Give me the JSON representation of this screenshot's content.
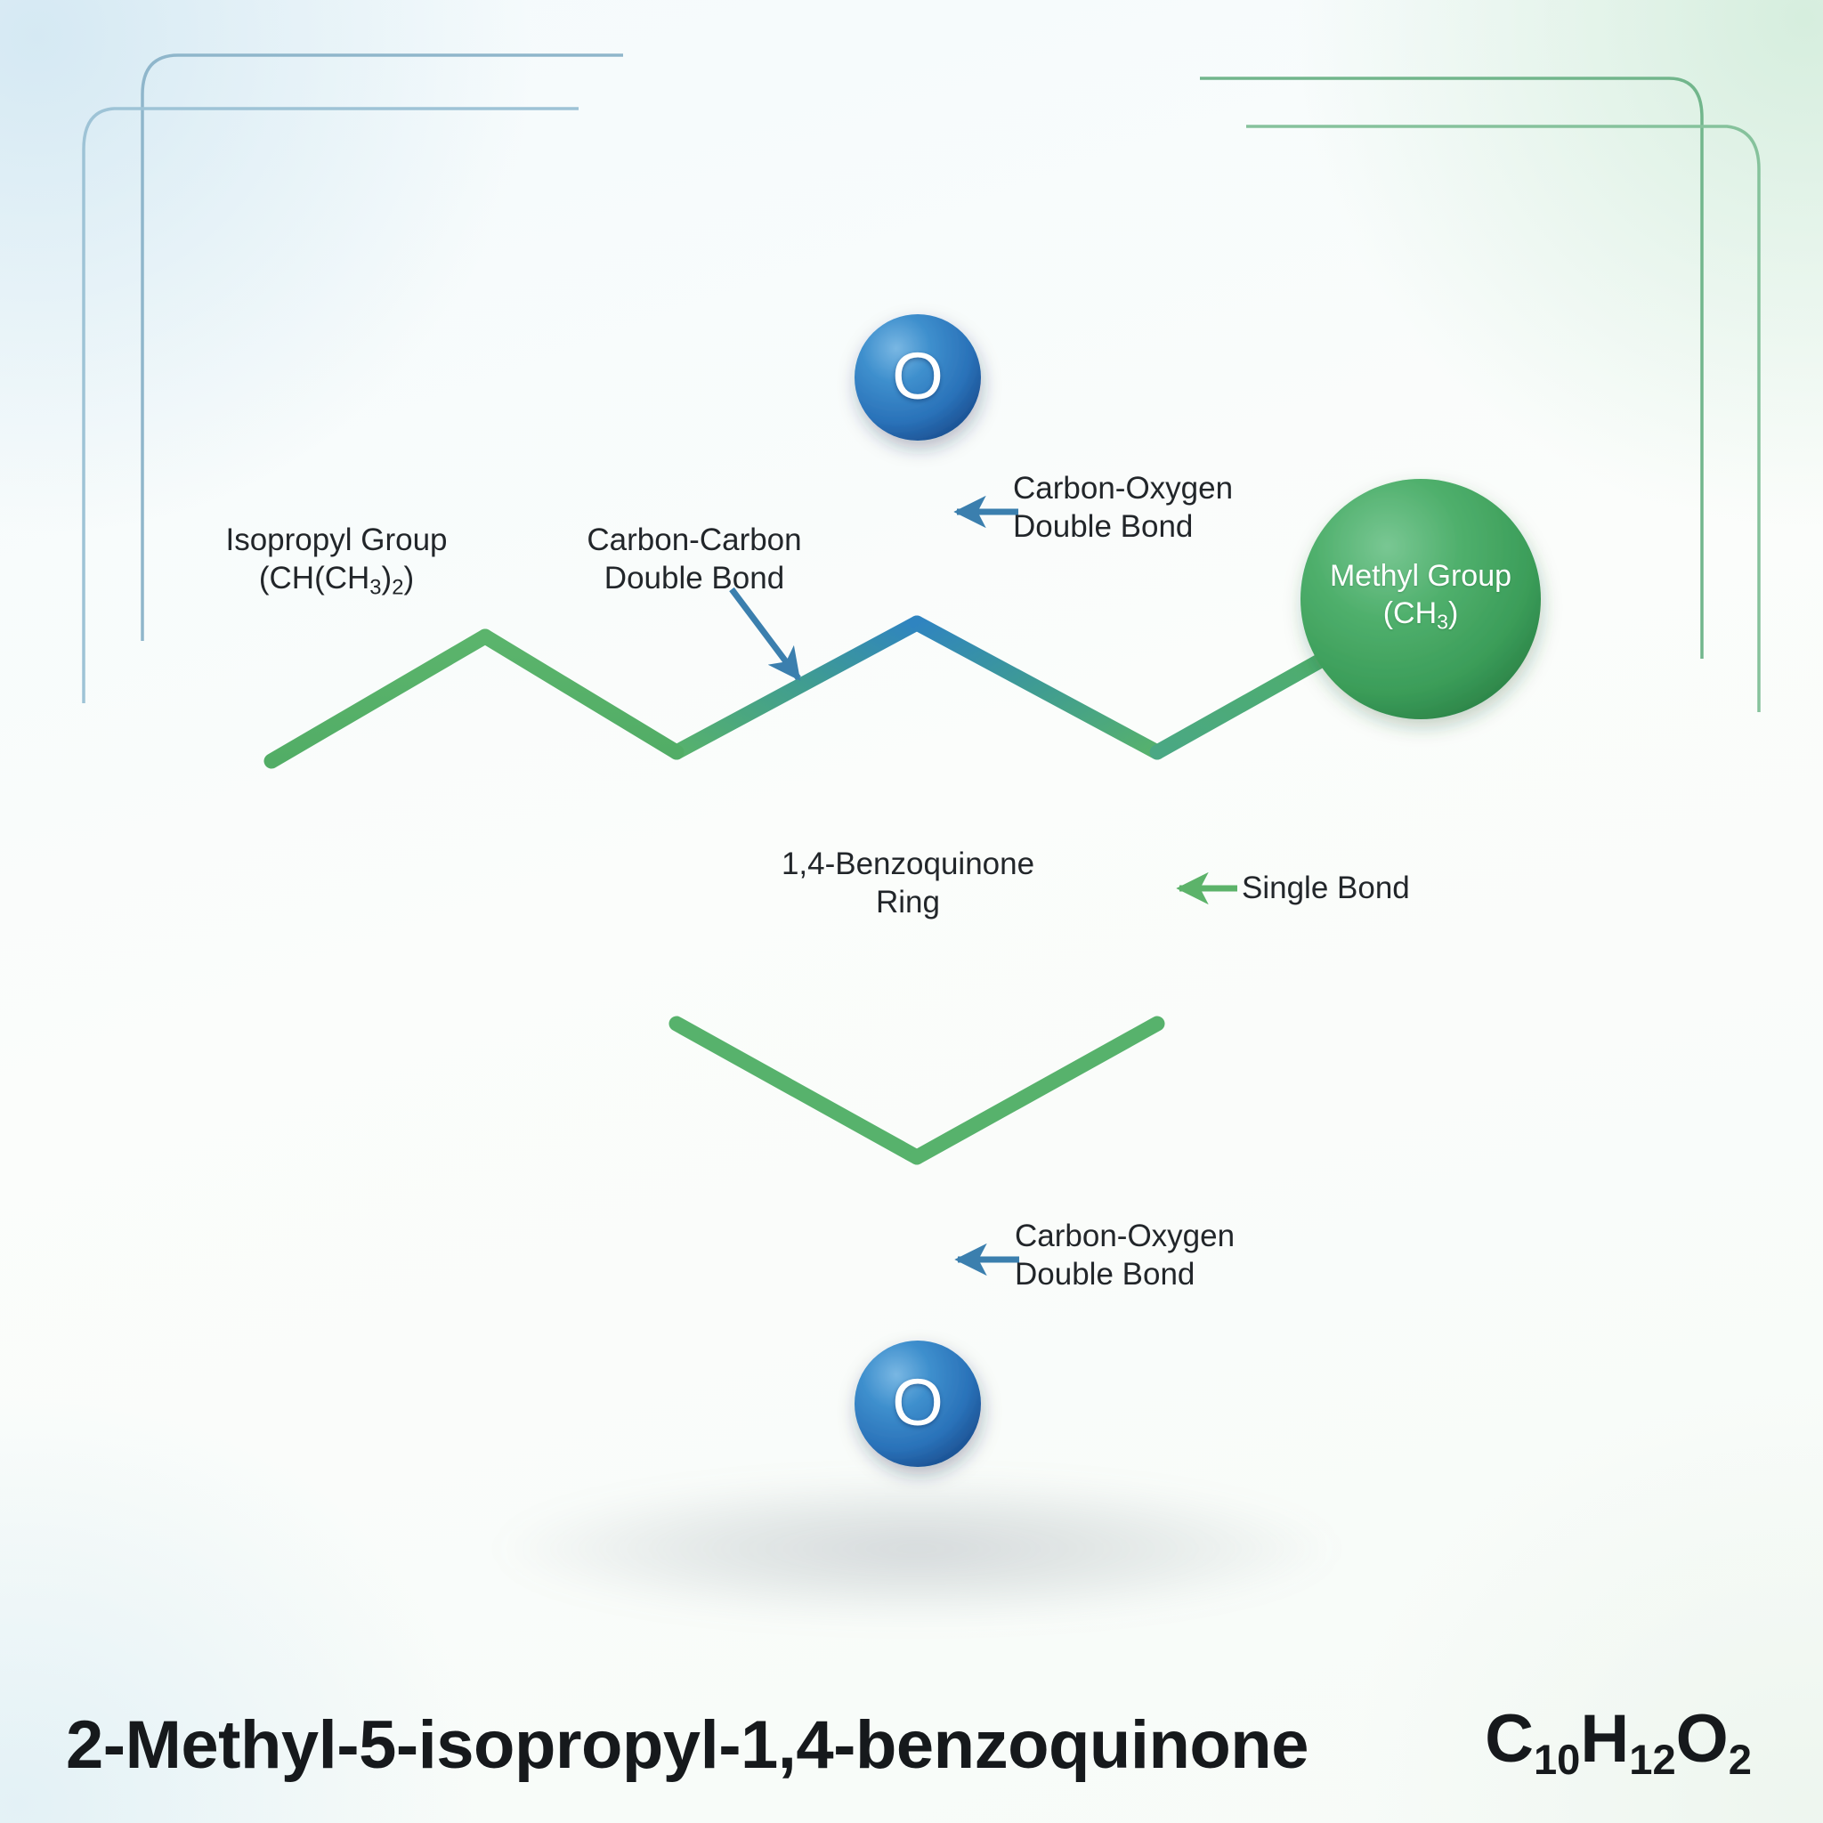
{
  "footer": {
    "compound_name": "2-Methyl-5-isopropyl-1,4-benzoquinone",
    "formula_main_1": "C",
    "formula_sub_1": "10",
    "formula_main_2": "H",
    "formula_sub_2": "12",
    "formula_main_3": "O",
    "formula_sub_3": "2"
  },
  "atoms": {
    "oxygen_top_symbol": "O",
    "oxygen_bottom_symbol": "O"
  },
  "spheres": {
    "methyl": {
      "line1": "Methyl Group",
      "line2_pre": "(CH",
      "line2_sub": "3",
      "line2_post": ")"
    }
  },
  "labels": {
    "isopropyl": {
      "line1": "Isopropyl Group",
      "line2_a": "(CH(CH",
      "line2_sub1": "3",
      "line2_b": ")",
      "line2_sub2": "2",
      "line2_c": ")"
    },
    "carbon_carbon": {
      "line1": "Carbon-Carbon",
      "line2": "Double Bond"
    },
    "carbon_oxygen_top": {
      "line1": "Carbon-Oxygen",
      "line2": "Double Bond"
    },
    "carbon_oxygen_bottom": {
      "line1": "Carbon-Oxygen",
      "line2": "Double Bond"
    },
    "single_bond": {
      "line1": "Single Bond"
    },
    "ring": {
      "line1": "1,4-Benzoquinone",
      "line2": "Ring"
    }
  },
  "colors": {
    "bond_green": "#5cb36a",
    "bond_green_dark": "#46a05c",
    "bond_blue": "#2f7fc1",
    "bond_blue_dark": "#2265a8",
    "oxygen_sphere": "#2f7ec4",
    "oxygen_sphere_dark": "#1d5c9c",
    "methyl_sphere": "#4bac68",
    "methyl_sphere_dark": "#2f8a4e",
    "arrow_blue": "#3b7fae",
    "arrow_green": "#5cb36a",
    "text_dark": "#22262a",
    "frame_blue": "#8fb6cb",
    "frame_green": "#72b68c"
  },
  "chart_data": {
    "type": "diagram",
    "title": "2-Methyl-5-isopropyl-1,4-benzoquinone",
    "molecular_formula": "C10H12O2",
    "core_ring": "1,4-Benzoquinone Ring",
    "substituents": [
      {
        "name": "Methyl Group",
        "formula": "CH3",
        "position": "ring right-upper vertex"
      },
      {
        "name": "Isopropyl Group",
        "formula": "CH(CH3)2",
        "position": "ring left-upper vertex"
      }
    ],
    "bond_types": [
      {
        "name": "Carbon-Oxygen Double Bond",
        "count": 2,
        "color": "#2f7fc1"
      },
      {
        "name": "Carbon-Carbon Double Bond",
        "count": 2,
        "color": "#2f7fc1"
      },
      {
        "name": "Single Bond",
        "count": 1,
        "color": "#5cb36a"
      }
    ],
    "atoms_labeled": [
      {
        "symbol": "O",
        "position": "top"
      },
      {
        "symbol": "O",
        "position": "bottom"
      }
    ]
  }
}
